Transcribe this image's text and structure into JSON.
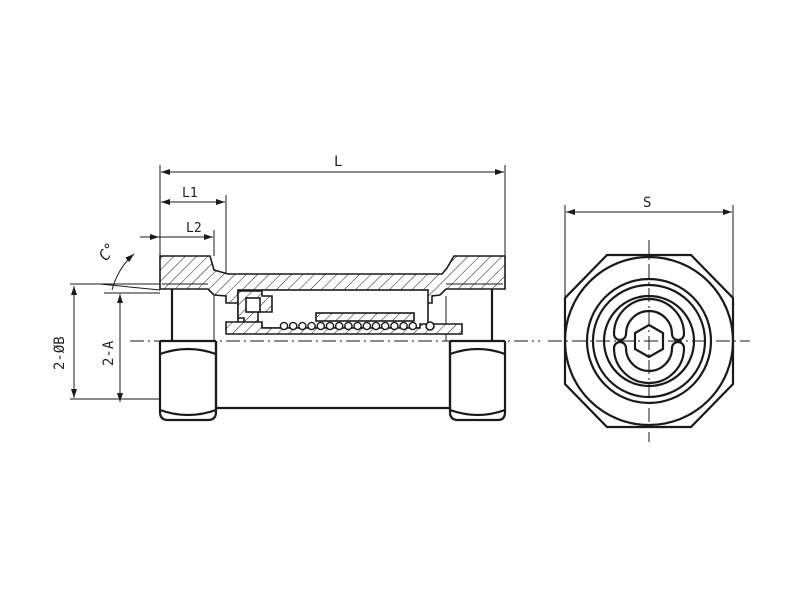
{
  "dimensions": {
    "overall_length": "L",
    "length_1": "L1",
    "length_2": "L2",
    "chamfer": "C°",
    "bore_diameter": "2-ØB",
    "thread": "2-A",
    "hex_across_flats": "S"
  },
  "colors": {
    "line": "#1a1a1a",
    "background": "#ffffff"
  }
}
